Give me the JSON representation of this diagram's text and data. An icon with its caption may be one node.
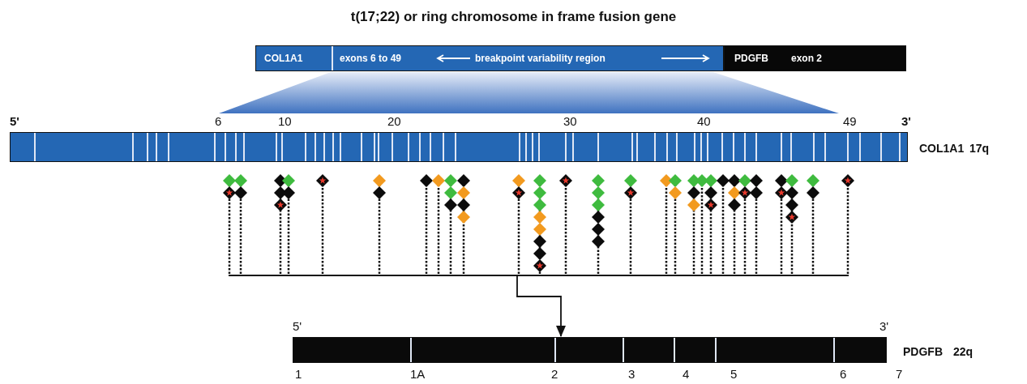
{
  "diagram": {
    "title": "t(17;22) or ring chromosome in frame fusion gene",
    "nodes": [
      {
        "text": [
          "COL1A1",
          "exons 6 to 49",
          "breakpoint variability region"
        ]
      },
      {
        "text": [
          "PDGFB",
          "exon 2"
        ]
      },
      {
        "text": [],
        "shape": "bar",
        "beside": [
          "COL1A1",
          "17q"
        ]
      },
      {
        "text": [],
        "shape": "bar",
        "beside": [
          "PDGFB",
          "22q"
        ]
      }
    ],
    "edges": [
      {
        "from": null,
        "to": 3,
        "arrow": "to"
      }
    ],
    "labels": [
      "5'",
      "6",
      "10",
      "20",
      "30",
      "40",
      "49",
      "3'",
      "5'",
      "3'",
      "1",
      "1A",
      "2",
      "3",
      "4",
      "5",
      "6",
      "7"
    ]
  }
}
